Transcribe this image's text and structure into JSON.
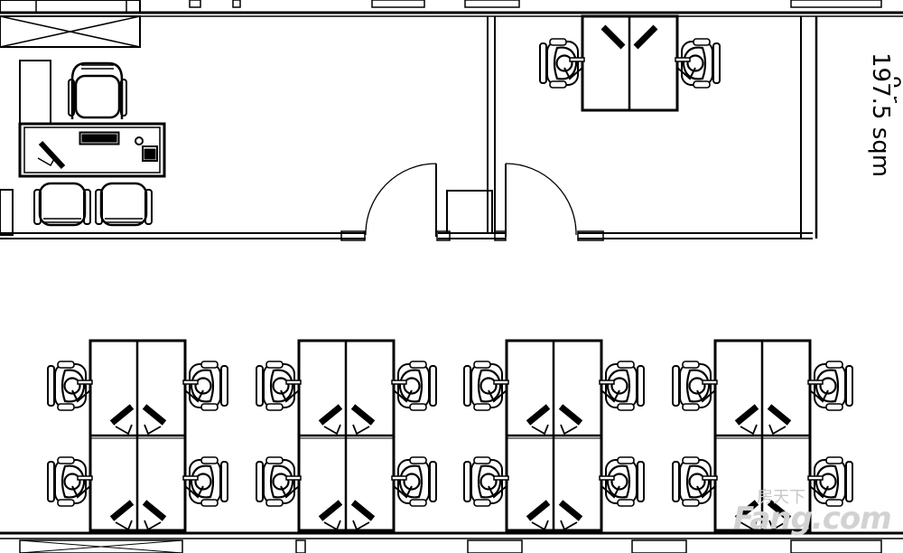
{
  "plan": {
    "area_label": "197.5 sqm",
    "clipped_label": "9.r",
    "colors": {
      "line": "#000000",
      "background": "#ffffff",
      "watermark": "#cccccc"
    }
  },
  "watermark": {
    "cn": "房天下",
    "en": "Fang.com"
  }
}
